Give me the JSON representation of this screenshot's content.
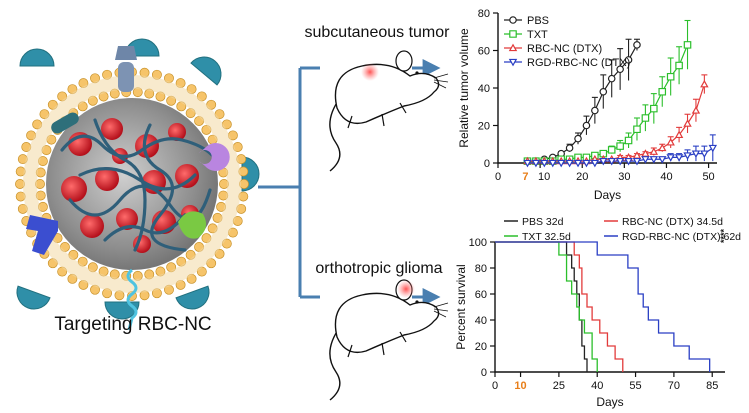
{
  "diagram": {
    "nanoparticle_caption": "Targeting RBC-NC",
    "branch_top_label": "subcutaneous tumor",
    "branch_bottom_label": "orthotropic glioma"
  },
  "colors": {
    "arrow": "#4a7fb0",
    "membrane_head": "#f6c46a",
    "core": "#9a9a9a",
    "polymer": "#2f5f7a",
    "drug": "#d8252f",
    "receptor": "#2f8fa8",
    "pbs": "#222222",
    "txt": "#2bbf2b",
    "rbc": "#e23b3b",
    "rgd": "#2a3fc4",
    "highlight": "#e87f1a"
  },
  "icons": [
    "mouse-icon",
    "tumor-spot-icon",
    "arrow-right-icon",
    "nanoparticle-icon"
  ],
  "chart_data": [
    {
      "type": "line",
      "title": "",
      "xlabel": "Days",
      "ylabel": "Relative tumor volume",
      "xlim": [
        0,
        52
      ],
      "ylim": [
        0,
        80
      ],
      "xticks": [
        0,
        10,
        20,
        30,
        40,
        50
      ],
      "yticks": [
        0,
        20,
        40,
        60,
        80
      ],
      "highlight_tick": "7",
      "legend_position": "top-left",
      "series": [
        {
          "name": "PBS",
          "marker": "circle",
          "x": [
            7,
            9,
            11,
            13,
            15,
            17,
            19,
            21,
            23,
            25,
            27,
            29,
            31,
            33
          ],
          "y": [
            1,
            1,
            2,
            3,
            5,
            8,
            13,
            20,
            28,
            38,
            45,
            50,
            55,
            63
          ],
          "err": [
            0,
            0,
            0,
            1,
            1,
            2,
            3,
            5,
            7,
            9,
            10,
            11,
            11,
            3
          ]
        },
        {
          "name": "TXT",
          "marker": "square",
          "x": [
            7,
            9,
            11,
            13,
            15,
            17,
            19,
            21,
            23,
            25,
            27,
            29,
            31,
            33,
            35,
            37,
            39,
            41,
            43,
            45
          ],
          "y": [
            1,
            1,
            1,
            1,
            2,
            2,
            3,
            3,
            4,
            5,
            7,
            9,
            12,
            18,
            24,
            29,
            38,
            46,
            52,
            63
          ],
          "err": [
            0,
            0,
            0,
            0,
            0,
            0,
            0,
            1,
            1,
            1,
            2,
            3,
            4,
            6,
            7,
            8,
            8,
            10,
            10,
            13
          ]
        },
        {
          "name": "RBC-NC (DTX)",
          "marker": "triangle-up",
          "x": [
            7,
            9,
            11,
            13,
            15,
            17,
            19,
            21,
            23,
            25,
            27,
            29,
            31,
            33,
            35,
            37,
            39,
            41,
            43,
            45,
            47,
            49
          ],
          "y": [
            1,
            1,
            1,
            1,
            1,
            1,
            1,
            1,
            2,
            2,
            2,
            3,
            3,
            4,
            5,
            6,
            8,
            11,
            15,
            21,
            28,
            42
          ],
          "err": [
            0,
            0,
            0,
            0,
            0,
            0,
            0,
            0,
            0,
            0,
            0,
            1,
            1,
            1,
            1,
            2,
            2,
            3,
            4,
            5,
            6,
            5
          ]
        },
        {
          "name": "RGD-RBC-NC (DTX)",
          "marker": "triangle-down",
          "x": [
            7,
            9,
            11,
            13,
            15,
            17,
            19,
            21,
            23,
            25,
            27,
            29,
            31,
            33,
            35,
            37,
            39,
            41,
            43,
            45,
            47,
            49,
            51
          ],
          "y": [
            0,
            0,
            0,
            0,
            0,
            0,
            0,
            0,
            0,
            1,
            1,
            1,
            1,
            1,
            2,
            2,
            2,
            3,
            3,
            4,
            5,
            5,
            8
          ],
          "err": [
            0,
            0,
            0,
            0,
            0,
            0,
            0,
            0,
            0,
            0,
            0,
            0,
            0,
            1,
            1,
            1,
            1,
            2,
            2,
            3,
            4,
            4,
            7
          ]
        }
      ]
    },
    {
      "type": "line",
      "title": "",
      "xlabel": "Days",
      "ylabel": "Percent survival",
      "xlim": [
        0,
        90
      ],
      "ylim": [
        0,
        100
      ],
      "xticks": [
        0,
        10,
        25,
        40,
        55,
        70,
        85
      ],
      "xtick_labels": [
        "0",
        "10",
        "25",
        "40",
        "55",
        "70",
        "85"
      ],
      "yticks": [
        0,
        20,
        40,
        60,
        80,
        100
      ],
      "highlight_tick": "10",
      "significance": "****",
      "legend_position": "top",
      "series": [
        {
          "name": "PBS 32d",
          "x": [
            0,
            28,
            30,
            31,
            32,
            33,
            34,
            35,
            36
          ],
          "y": [
            100,
            90,
            80,
            70,
            60,
            40,
            20,
            10,
            0
          ]
        },
        {
          "name": "TXT 32.5d",
          "x": [
            0,
            25,
            28,
            30,
            32,
            33,
            35,
            38,
            40
          ],
          "y": [
            100,
            90,
            70,
            60,
            50,
            40,
            30,
            10,
            0
          ]
        },
        {
          "name": "RBC-NC (DTX) 34.5d",
          "x": [
            0,
            31,
            33,
            34,
            36,
            38,
            41,
            44,
            47,
            50
          ],
          "y": [
            100,
            90,
            80,
            60,
            50,
            40,
            30,
            20,
            10,
            0
          ]
        },
        {
          "name": "RGD-RBC-NC (DTX) 62d",
          "x": [
            0,
            40,
            52,
            56,
            58,
            60,
            64,
            70,
            76,
            84
          ],
          "y": [
            100,
            90,
            80,
            60,
            50,
            40,
            30,
            20,
            10,
            0
          ]
        }
      ]
    }
  ]
}
